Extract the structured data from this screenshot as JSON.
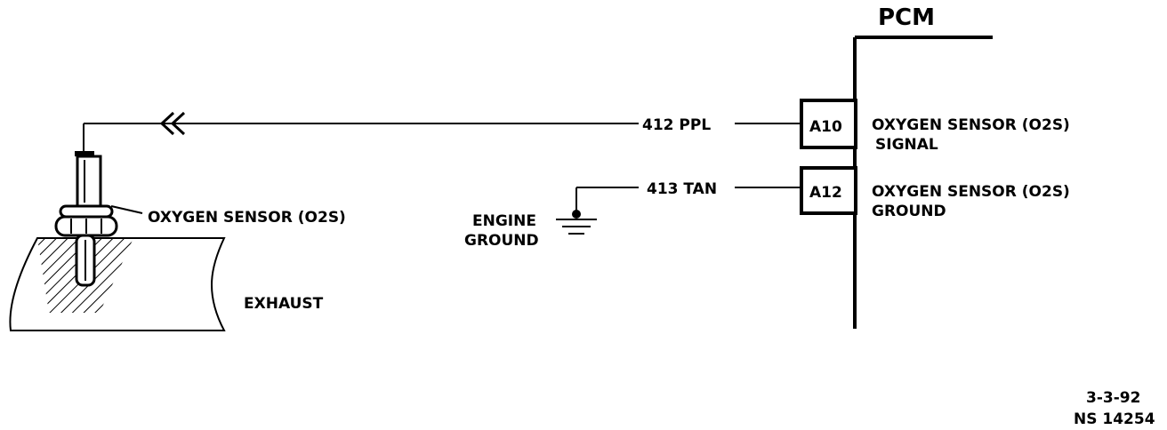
{
  "pcm": {
    "title": "PCM"
  },
  "circuits": [
    {
      "wire": "412 PPL",
      "pin": "A10",
      "function_line1": "OXYGEN SENSOR (O2S)",
      "function_line2": "SIGNAL"
    },
    {
      "wire": "413 TAN",
      "pin": "A12",
      "function_line1": "OXYGEN SENSOR (O2S)",
      "function_line2": "GROUND"
    }
  ],
  "ground": {
    "line1": "ENGINE",
    "line2": "GROUND"
  },
  "sensor": {
    "label": "OXYGEN SENSOR (O2S)"
  },
  "exhaust": {
    "label": "EXHAUST"
  },
  "footer": {
    "date": "3-3-92",
    "ref": "NS 14254"
  }
}
